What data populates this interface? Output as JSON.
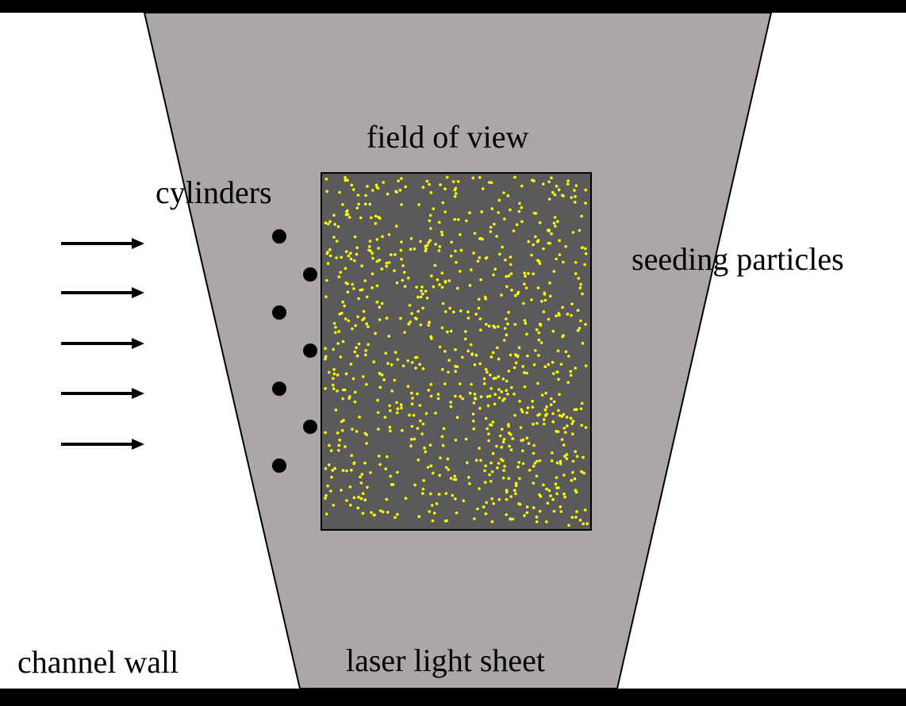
{
  "labels": {
    "field_of_view": "field of view",
    "cylinders": "cylinders",
    "seeding_particles": "seeding particles",
    "channel_wall": "channel wall",
    "laser_light_sheet": "laser light sheet"
  },
  "colors": {
    "background": "#ffffff",
    "frame": "#000000",
    "laser_sheet": "#aaa7a6",
    "field_of_view": "#5a5a5a",
    "particle": "#ffff00",
    "cylinder": "#000000",
    "arrow": "#000000"
  },
  "counts": {
    "flow_arrows": 5,
    "cylinders": 7
  },
  "particles": {
    "count": 900,
    "seed": 7
  }
}
